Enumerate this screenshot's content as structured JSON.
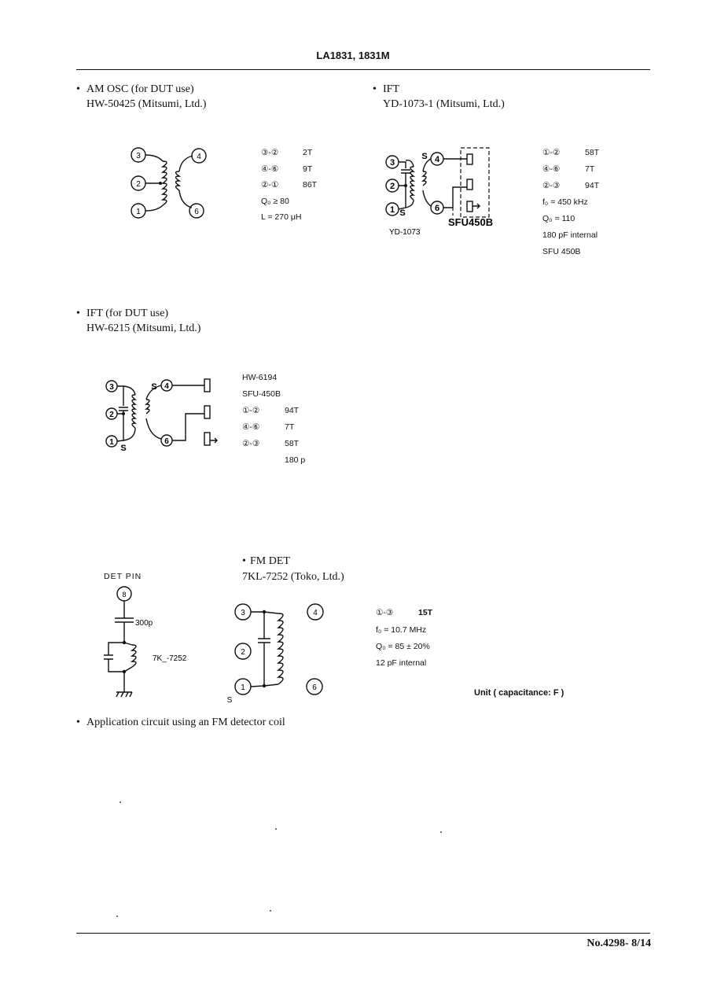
{
  "header": {
    "title": "LA1831, 1831M"
  },
  "am_osc": {
    "bullet": "•",
    "title": "AM OSC (for DUT use)",
    "model": "HW-50425 (Mitsumi, Ltd.)",
    "pins": [
      "3",
      "2",
      "1",
      "4",
      "6"
    ],
    "specs": [
      {
        "key": "③-②",
        "val": "2T"
      },
      {
        "key": "④-⑥",
        "val": "9T"
      },
      {
        "key": "②-①",
        "val": "86T"
      }
    ],
    "q": "Q₀ ≥ 80",
    "l": "L = 270 μH"
  },
  "ift": {
    "bullet": "•",
    "title": "IFT",
    "model": "YD-1073-1 (Mitsumi, Ltd.)",
    "pins": [
      "3",
      "2",
      "1",
      "4",
      "6"
    ],
    "s_label": "S",
    "filter_label": "SFU450B",
    "coil_label": "YD-1073",
    "specs": [
      {
        "key": "①-②",
        "val": "58T"
      },
      {
        "key": "④-⑥",
        "val": "7T"
      },
      {
        "key": "②-③",
        "val": "94T"
      }
    ],
    "f0": "f₀ = 450 kHz",
    "q0": "Q₀ = 110",
    "cap": "180 pF internal",
    "filter": "SFU 450B"
  },
  "ift_dut": {
    "bullet": "•",
    "title": "IFT (for DUT use)",
    "model": "HW-6215 (Mitsumi, Ltd.)",
    "pins": [
      "3",
      "2",
      "1",
      "4",
      "6"
    ],
    "s_label": "S",
    "line1": "HW-6194",
    "line2": "SFU-450B",
    "specs": [
      {
        "key": "①-②",
        "val": "94T"
      },
      {
        "key": "④-⑥",
        "val": "7T"
      },
      {
        "key": "②-③",
        "val": "58T"
      }
    ],
    "cap": "180 p"
  },
  "det": {
    "pin_label": "DET PIN",
    "pin_num": "8",
    "cap_label": "300p",
    "coil_label": "7K_-7252"
  },
  "fm_det": {
    "bullet": "•",
    "title": "FM DET",
    "model": "7KL-7252 (Toko, Ltd.)",
    "pins": [
      "3",
      "2",
      "1",
      "4",
      "6"
    ],
    "s_label": "S",
    "specs": [
      {
        "key": "①-③",
        "val": "15T"
      }
    ],
    "f0": "f₀ = 10.7 MHz",
    "q0": "Q₀ = 85 ± 20%",
    "cap": "12 pF internal"
  },
  "unit_note": "Unit ( capacitance: F )",
  "application": {
    "bullet": "•",
    "text": "Application circuit using an FM detector coil"
  },
  "footer": {
    "page": "No.4298- 8/14"
  }
}
